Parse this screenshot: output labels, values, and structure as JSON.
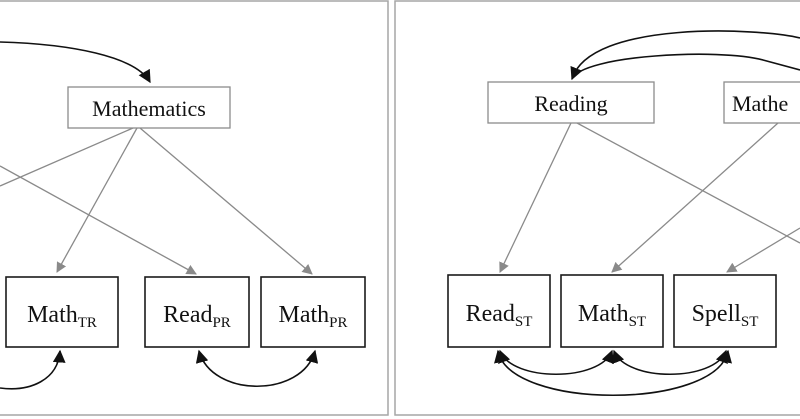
{
  "colors": {
    "background": "#ffffff",
    "panel_border": "#a6a6a6",
    "box_border_latent": "#8c8c8c",
    "box_border_observed": "#1a1a1a",
    "loading_arrow": "#8a8a8a",
    "covariance_arrow": "#111111",
    "text": "#111111"
  },
  "panel_left": {
    "latent": {
      "label": "Mathematics"
    },
    "observed": [
      {
        "base": "Math",
        "sub": "TR"
      },
      {
        "base": "Read",
        "sub": "PR"
      },
      {
        "base": "Math",
        "sub": "PR"
      }
    ]
  },
  "panel_right": {
    "latent": [
      {
        "label": "Reading"
      },
      {
        "label": "Mathe"
      }
    ],
    "observed": [
      {
        "base": "Read",
        "sub": "ST"
      },
      {
        "base": "Math",
        "sub": "ST"
      },
      {
        "base": "Spell",
        "sub": "ST"
      }
    ]
  }
}
